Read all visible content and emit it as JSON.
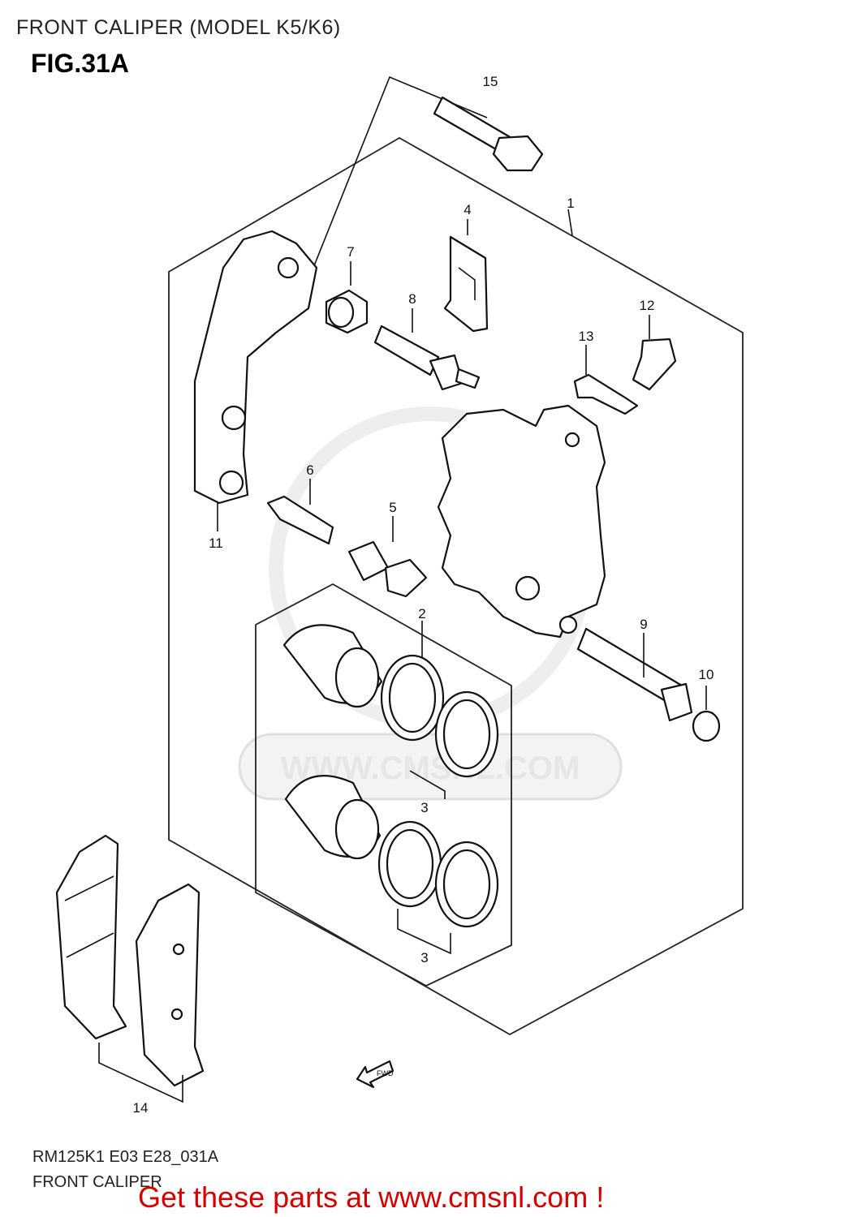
{
  "header": {
    "title": "FRONT CALIPER (MODEL K5/K6)",
    "figure": "FIG.31A"
  },
  "callouts": {
    "c1": "1",
    "c2": "2",
    "c3a": "3",
    "c3b": "3",
    "c4": "4",
    "c5": "5",
    "c6": "6",
    "c7": "7",
    "c8": "8",
    "c9": "9",
    "c10": "10",
    "c11": "11",
    "c12": "12",
    "c13": "13",
    "c14": "14",
    "c15": "15"
  },
  "watermark": {
    "text": "WWW.CMSNL.COM"
  },
  "fwd_label": "FWD",
  "footer": {
    "code": "RM125K1 E03 E28_031A",
    "name": "FRONT CALIPER",
    "cta": "Get these parts at www.cmsnl.com !"
  }
}
